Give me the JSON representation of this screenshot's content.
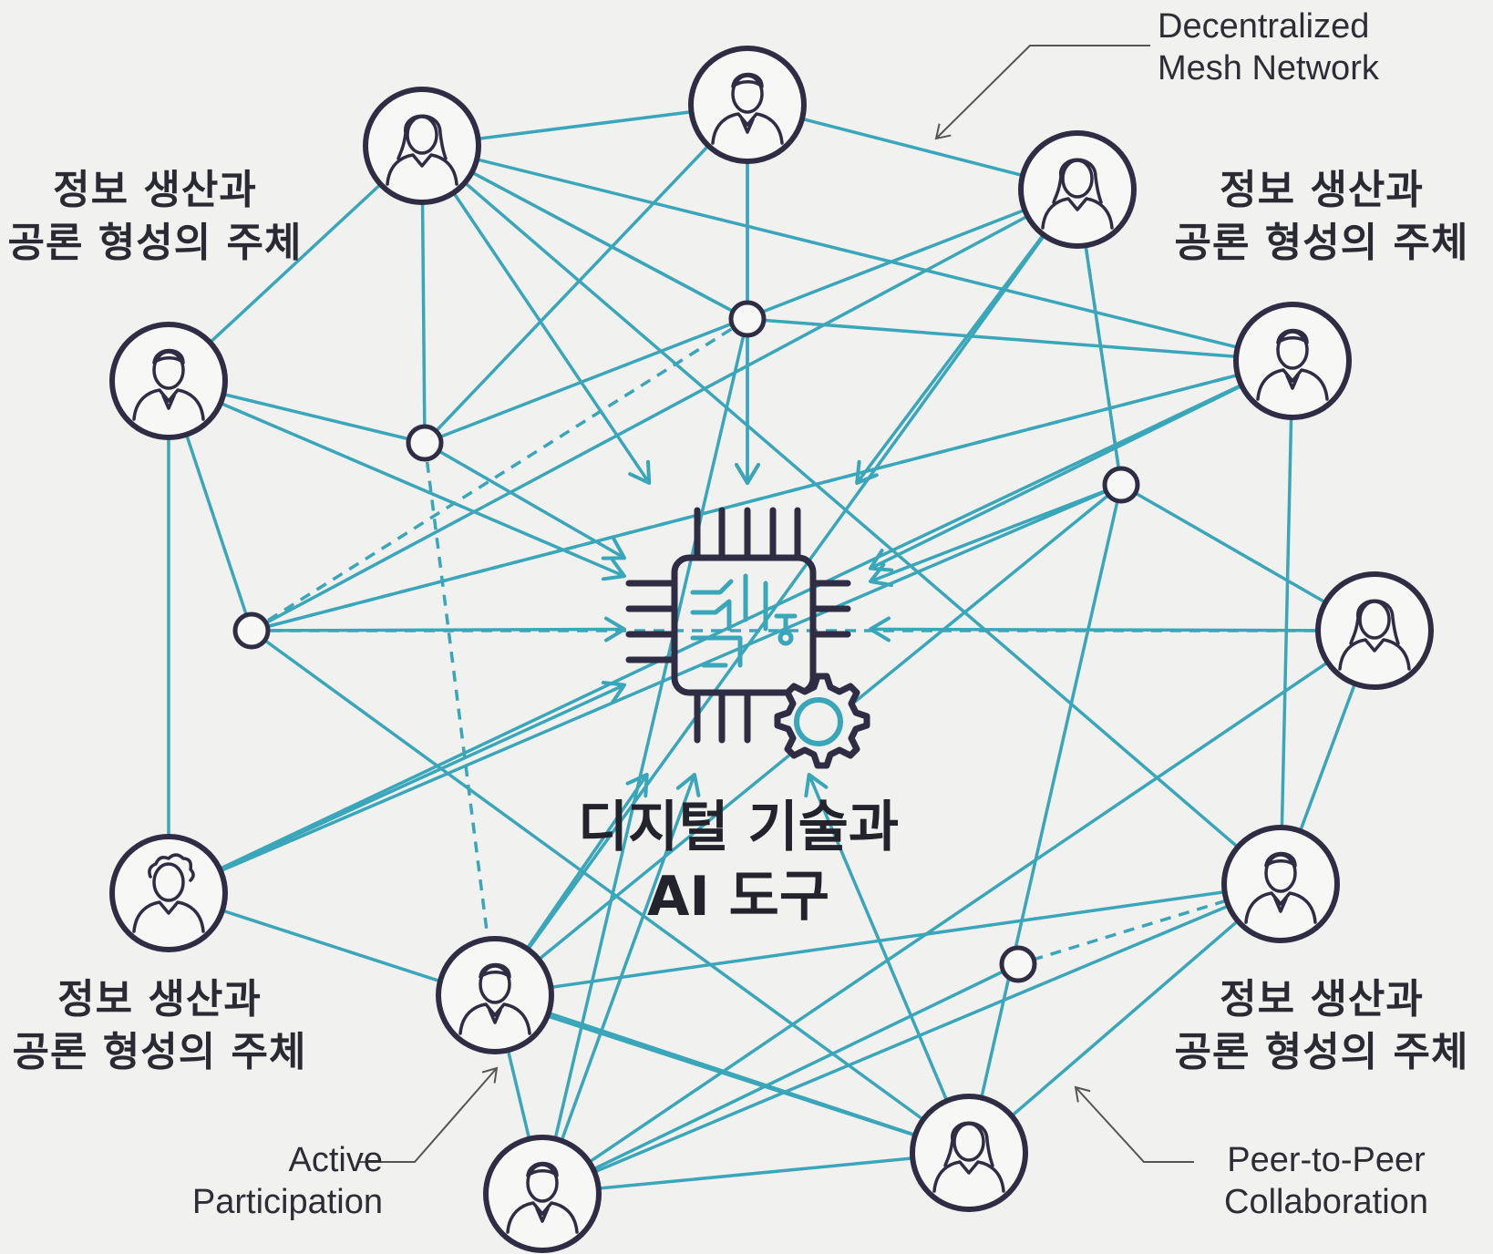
{
  "center": {
    "title_line1": "디지털 기술과",
    "title_line2": "AI 도구",
    "icon": "ai-chip-gear-icon"
  },
  "subjects": {
    "top_left": [
      "정보 생산과",
      "공론 형성의 주체"
    ],
    "top_right": [
      "정보 생산과",
      "공론 형성의 주체"
    ],
    "bottom_left": [
      "정보 생산과",
      "공론 형성의 주체"
    ],
    "bottom_right": [
      "정보 생산과",
      "공론 형성의 주체"
    ]
  },
  "annotations": {
    "mesh": [
      "Decentralized",
      "Mesh Network"
    ],
    "participation": [
      "Active",
      "Participation"
    ],
    "p2p": [
      "Peer-to-Peer",
      "Collaboration"
    ]
  },
  "colors": {
    "background": "#f1f1ef",
    "link": "#3aa6b9",
    "node_stroke": "#2f2d44",
    "text": "#2a2a33"
  },
  "people": [
    {
      "id": "p1",
      "icon": "woman-avatar-icon"
    },
    {
      "id": "p2",
      "icon": "man-avatar-icon"
    },
    {
      "id": "p3",
      "icon": "woman-avatar-icon"
    },
    {
      "id": "p4",
      "icon": "man-avatar-icon"
    },
    {
      "id": "p5",
      "icon": "man-avatar-icon"
    },
    {
      "id": "p6",
      "icon": "woman-avatar-icon"
    },
    {
      "id": "p7",
      "icon": "curly-hair-avatar-icon"
    },
    {
      "id": "p8",
      "icon": "man-avatar-icon"
    },
    {
      "id": "p9",
      "icon": "man-avatar-icon"
    },
    {
      "id": "p10",
      "icon": "woman-avatar-icon"
    },
    {
      "id": "p11",
      "icon": "man-avatar-icon"
    }
  ],
  "hubs": [
    "h1",
    "h2",
    "h3",
    "h4",
    "h5"
  ],
  "links_solid": [
    [
      "p1",
      "p2"
    ],
    [
      "p2",
      "p3"
    ],
    [
      "p1",
      "p4"
    ],
    [
      "p1",
      "p5"
    ],
    [
      "p3",
      "p9"
    ],
    [
      "p9",
      "p11"
    ],
    [
      "p10",
      "p11"
    ],
    [
      "p7",
      "p10"
    ],
    [
      "p4",
      "p7"
    ],
    [
      "p7",
      "p5"
    ],
    [
      "p5",
      "p8"
    ],
    [
      "p5",
      "h4"
    ],
    [
      "p2",
      "h3"
    ],
    [
      "p3",
      "h3"
    ],
    [
      "p4",
      "h3"
    ],
    [
      "p3",
      "h5"
    ],
    [
      "p9",
      "h5"
    ],
    [
      "p6",
      "h5"
    ],
    [
      "h5",
      "p10"
    ],
    [
      "p6",
      "p8"
    ],
    [
      "p6",
      "p11"
    ],
    [
      "h4",
      "p11"
    ],
    [
      "h4",
      "p1"
    ],
    [
      "h1",
      "p10"
    ],
    [
      "p8",
      "p10"
    ],
    [
      "p1",
      "h4"
    ],
    [
      "p4",
      "h1"
    ],
    [
      "h3",
      "p1"
    ],
    [
      "p2",
      "h4"
    ],
    [
      "p3",
      "h1"
    ],
    [
      "h5",
      "p7"
    ],
    [
      "p9",
      "p8"
    ],
    [
      "p11",
      "h2"
    ],
    [
      "p1",
      "p8"
    ],
    [
      "h1",
      "p5"
    ],
    [
      "p8",
      "p11"
    ],
    [
      "p10",
      "p9"
    ]
  ],
  "links_dashed": [
    [
      "h3",
      "p9"
    ],
    [
      "h4",
      "h1"
    ],
    [
      "h1",
      "p5"
    ],
    [
      "h1",
      "p6"
    ],
    [
      "p3",
      "h5"
    ],
    [
      "p8",
      "h2"
    ]
  ],
  "arrows_to_center": [
    "p1",
    "p4",
    "h4",
    "h1",
    "p7",
    "h3",
    "p2",
    "p3",
    "p9",
    "h5",
    "p6",
    "p11",
    "p5",
    "p10"
  ]
}
